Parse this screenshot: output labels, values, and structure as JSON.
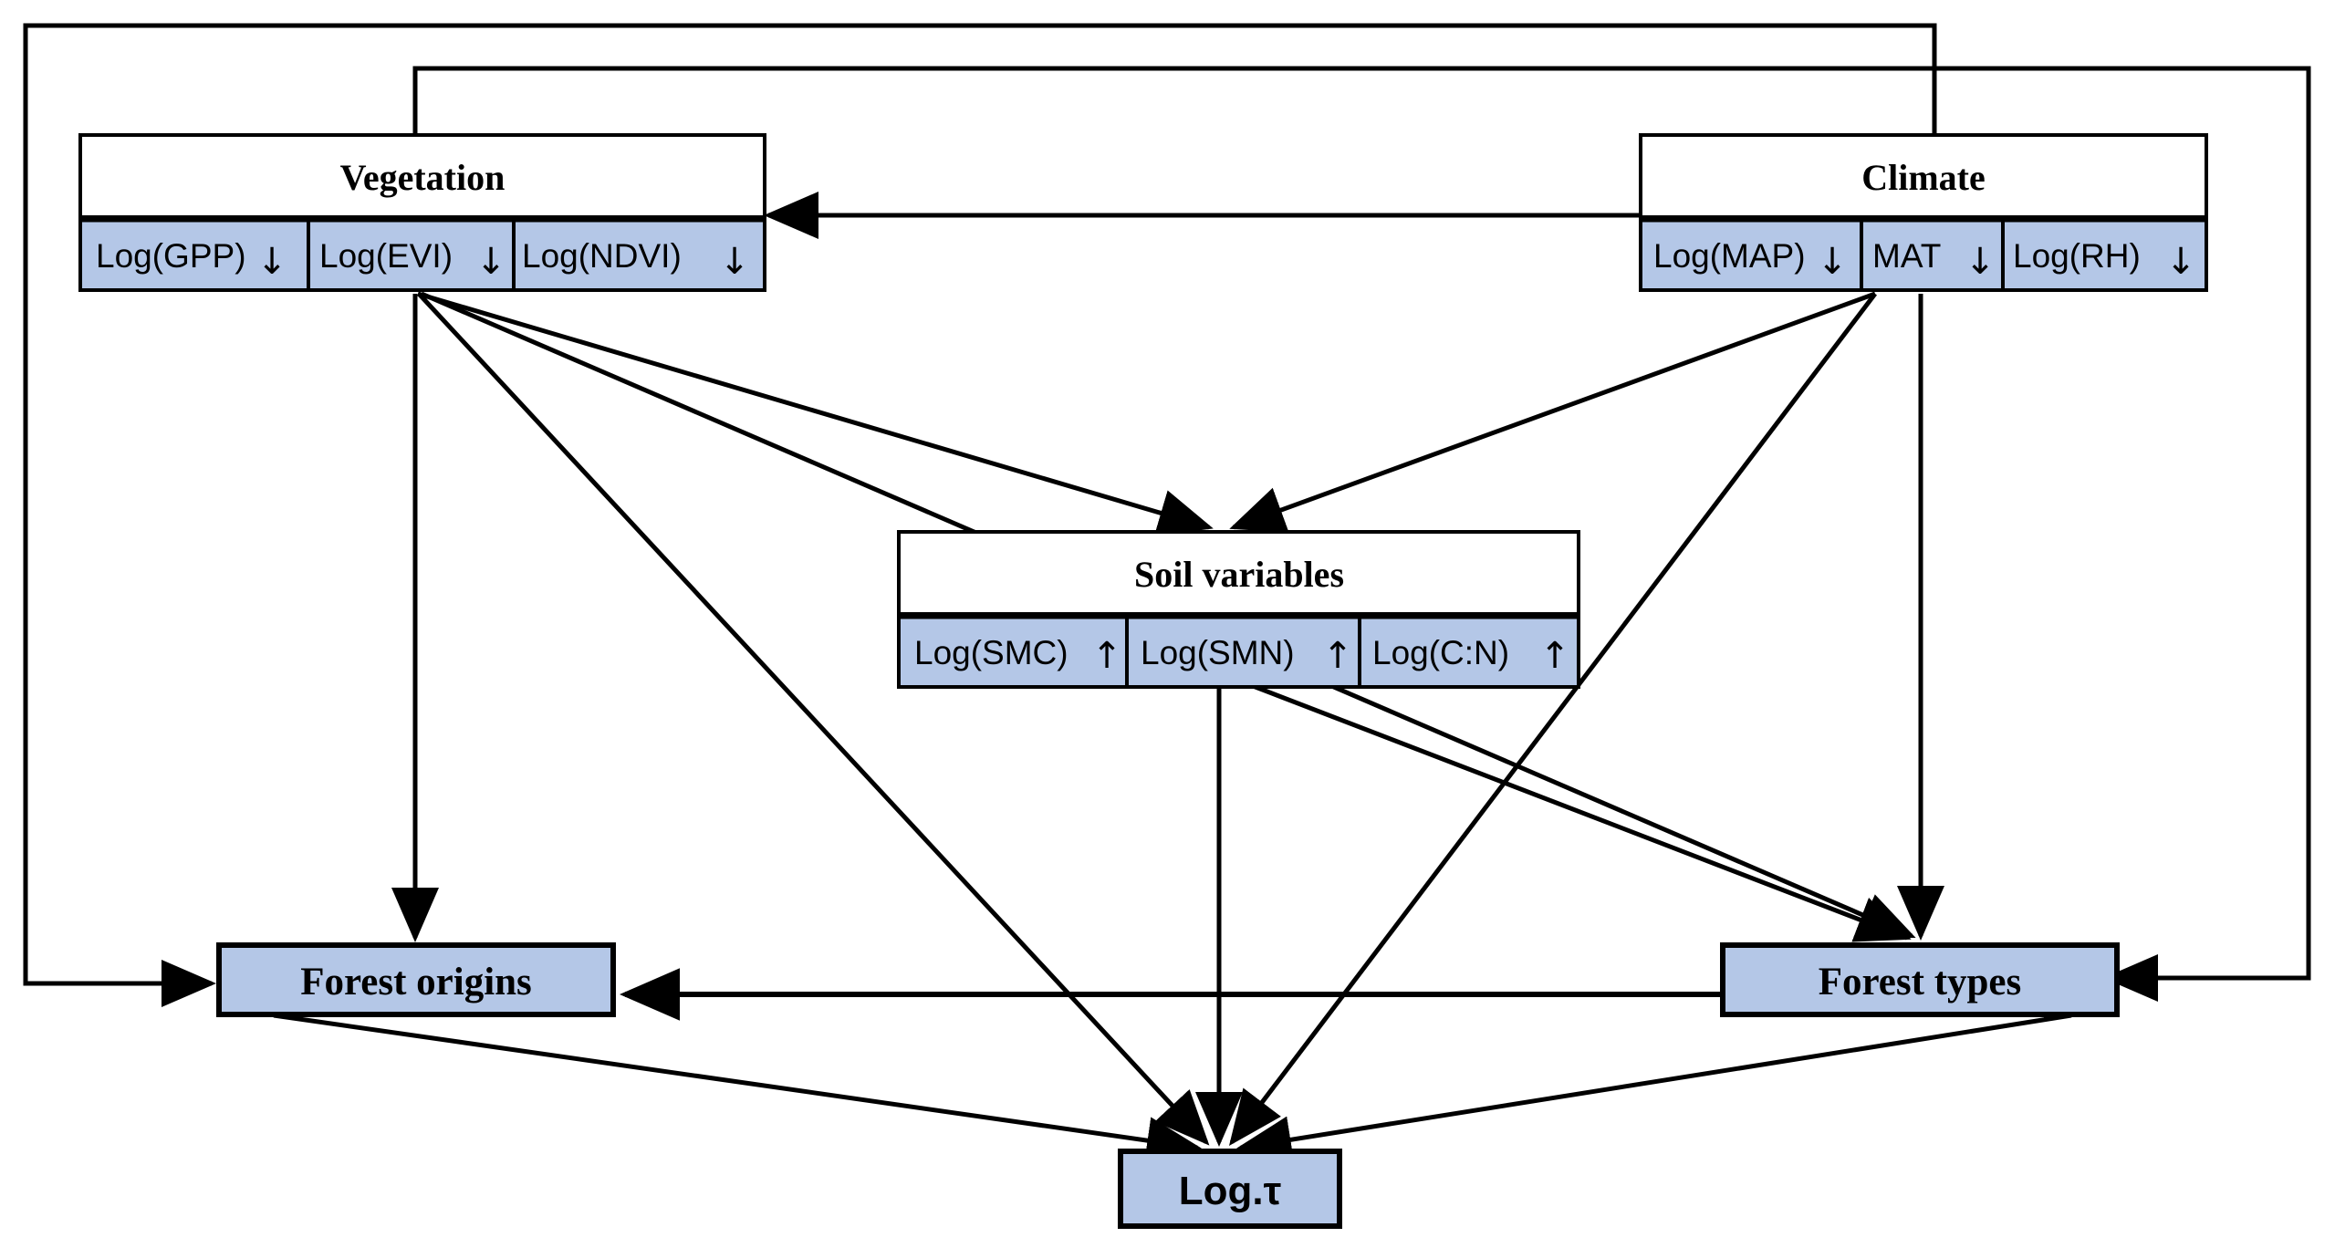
{
  "figure": {
    "type": "path-diagram",
    "accent_fill": "#b4c7e7",
    "stroke": "#000000",
    "background": "#ffffff"
  },
  "constructs": [
    {
      "id": "vegetation",
      "title": "Vegetation",
      "indicators": [
        {
          "label": "Log(GPP)",
          "trend": "down",
          "glyph": "↓"
        },
        {
          "label": "Log(EVI)",
          "trend": "down",
          "glyph": "↓"
        },
        {
          "label": "Log(NDVI)",
          "trend": "down",
          "glyph": "↓"
        }
      ]
    },
    {
      "id": "climate",
      "title": "Climate",
      "indicators": [
        {
          "label": "Log(MAP)",
          "trend": "down",
          "glyph": "↓"
        },
        {
          "label": "MAT",
          "trend": "down",
          "glyph": "↓"
        },
        {
          "label": "Log(RH)",
          "trend": "down",
          "glyph": "↓"
        }
      ]
    },
    {
      "id": "soil",
      "title": "Soil variables",
      "indicators": [
        {
          "label": "Log(SMC)",
          "trend": "up",
          "glyph": "↑"
        },
        {
          "label": "Log(SMN)",
          "trend": "up",
          "glyph": "↑"
        },
        {
          "label": "Log(C:N)",
          "trend": "up",
          "glyph": "↑"
        }
      ]
    }
  ],
  "terminals": [
    {
      "id": "forest-origins",
      "label": "Forest origins"
    },
    {
      "id": "forest-types",
      "label": "Forest types"
    },
    {
      "id": "log-tau",
      "label": "Log.τ"
    }
  ],
  "edges": [
    {
      "from": "climate",
      "to": "vegetation",
      "style": "single"
    },
    {
      "from": "vegetation",
      "to": "soil",
      "style": "single"
    },
    {
      "from": "climate",
      "to": "soil",
      "style": "single"
    },
    {
      "from": "vegetation",
      "to": "forest-origins",
      "style": "single"
    },
    {
      "from": "vegetation",
      "to": "forest-types",
      "style": "single"
    },
    {
      "from": "vegetation",
      "to": "log-tau",
      "style": "single"
    },
    {
      "from": "climate",
      "to": "forest-types",
      "style": "single"
    },
    {
      "from": "climate",
      "to": "log-tau",
      "style": "single"
    },
    {
      "from": "soil",
      "to": "log-tau",
      "style": "single"
    },
    {
      "from": "forest-origins",
      "to": "log-tau",
      "style": "single"
    },
    {
      "from": "forest-types",
      "to": "log-tau",
      "style": "single"
    },
    {
      "from": "forest-origins",
      "to": "forest-types",
      "style": "double"
    },
    {
      "from": "vegetation",
      "to": "forest-origins",
      "style": "routed-outer-left"
    },
    {
      "from": "climate",
      "to": "forest-types",
      "style": "routed-outer-right"
    }
  ]
}
